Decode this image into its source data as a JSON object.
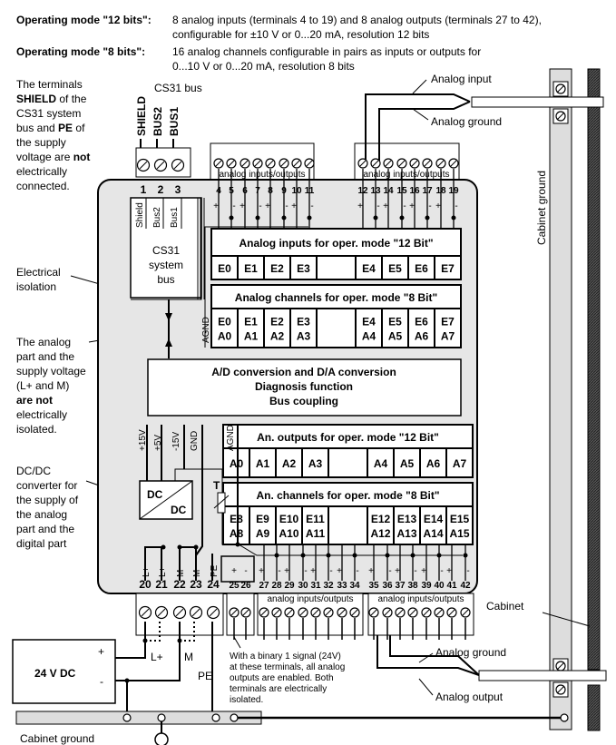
{
  "header": {
    "mode12_label": "Operating mode \"12 bits\":",
    "mode12_line1": "8 analog inputs (terminals 4 to 19) and 8 analog outputs (terminals 27 to 42),",
    "mode12_line2": "configurable for ±10 V or 0...20 mA, resolution 12 bits",
    "mode8_label": "Operating mode \"8 bits\":",
    "mode8_line1": "16 analog channels configurable in pairs as inputs or outputs for",
    "mode8_line2": "0...10 V or 0...20 mA, resolution 8 bits"
  },
  "notes": {
    "shield": {
      "l1": "The terminals",
      "l2_bold": "SHIELD",
      "l2": " of the",
      "l3": "CS31 system",
      "l4a": "bus and ",
      "l4_bold": "PE",
      "l4b": " of",
      "l5": "the supply",
      "l6a": "voltage are ",
      "l6_bold": "not",
      "l7": "electrically",
      "l8": "connected."
    },
    "isolation": [
      "Electrical",
      "isolation"
    ],
    "analog_part": {
      "l1": "The analog",
      "l2": "part and the",
      "l3": "supply voltage",
      "l4": "(L+ and M)",
      "l5_bold": "are not",
      "l6": "electrically",
      "l7": "isolated."
    },
    "dcdc": [
      "DC/DC",
      "converter for",
      "the supply of",
      "the analog",
      "part and the",
      "digital part"
    ],
    "binary": [
      "With a binary 1 signal (24V)",
      "at these terminals, all analog",
      "outputs are enabled. Both",
      "terminals are electrically",
      "isolated."
    ]
  },
  "bus": {
    "title": "CS31 bus",
    "terminals": [
      "SHIELD",
      "BUS2",
      "BUS1"
    ],
    "inner_labels": [
      "Shield",
      "Bus2",
      "Bus1"
    ],
    "box_lines": [
      "CS31",
      "system",
      "bus"
    ]
  },
  "terminal_numbers": {
    "bus": [
      "1",
      "2",
      "3"
    ],
    "in_a": [
      "4",
      "5",
      "6",
      "7",
      "8",
      "9",
      "10",
      "11"
    ],
    "in_b": [
      "12",
      "13",
      "14",
      "15",
      "16",
      "17",
      "18",
      "19"
    ],
    "supply": [
      "20",
      "21",
      "22",
      "23",
      "24"
    ],
    "enable": [
      "25",
      "26"
    ],
    "out_a": [
      "27",
      "28",
      "29",
      "30",
      "31",
      "32",
      "33",
      "34"
    ],
    "out_b": [
      "35",
      "36",
      "37",
      "38",
      "39",
      "40",
      "41",
      "42"
    ]
  },
  "block_label": "analog inputs/outputs",
  "agnd": "AGND",
  "tables": {
    "inputs12": {
      "title": "Analog inputs for oper. mode \"12 Bit\"",
      "a": [
        "E0",
        "E1",
        "E2",
        "E3"
      ],
      "b": [
        "E4",
        "E5",
        "E6",
        "E7"
      ]
    },
    "channels8_top": {
      "title": "Analog channels for oper. mode \"8 Bit\"",
      "a": [
        [
          "E0",
          "A0"
        ],
        [
          "E1",
          "A1"
        ],
        [
          "E2",
          "A2"
        ],
        [
          "E3",
          "A3"
        ]
      ],
      "b": [
        [
          "E4",
          "A4"
        ],
        [
          "E5",
          "A5"
        ],
        [
          "E6",
          "A6"
        ],
        [
          "E7",
          "A7"
        ]
      ]
    },
    "outputs12": {
      "title": "An. outputs for oper. mode \"12 Bit\"",
      "a": [
        "A0",
        "A1",
        "A2",
        "A3"
      ],
      "b": [
        "A4",
        "A5",
        "A6",
        "A7"
      ]
    },
    "channels8_bottom": {
      "title": "An. channels for oper. mode \"8 Bit\"",
      "a": [
        [
          "E8",
          "A8"
        ],
        [
          "E9",
          "A9"
        ],
        [
          "E10",
          "A10"
        ],
        [
          "E11",
          "A11"
        ]
      ],
      "b": [
        [
          "E12",
          "A12"
        ],
        [
          "E13",
          "A13"
        ],
        [
          "E14",
          "A14"
        ],
        [
          "E15",
          "A15"
        ]
      ]
    }
  },
  "adc": [
    "A/D conversion and D/A conversion",
    "Diagnosis function",
    "Bus coupling"
  ],
  "power_rails": [
    "+15V",
    "+5V",
    "-15V",
    "GND"
  ],
  "dc_labels": [
    "DC",
    "DC"
  ],
  "thermistor": "T",
  "supply_pins": [
    "L+",
    "L+",
    "M",
    "M",
    "PE"
  ],
  "polarity": {
    "plus": "+",
    "minus": "-"
  },
  "psu": {
    "label": "24 V DC",
    "plus": "+",
    "minus": "-",
    "lplus": "L+",
    "m": "M",
    "pe": "PE"
  },
  "right": {
    "cabinet_ground": "Cabinet ground",
    "analog_input": "Analog input",
    "analog_ground_top": "Analog ground",
    "cabinet": "Cabinet",
    "analog_ground_bottom": "Analog ground",
    "analog_output": "Analog output"
  },
  "bottom_left": "Cabinet ground",
  "colors": {
    "module": "#e6e6e6",
    "rail": "#d9d9d9",
    "hatch": "#444444"
  }
}
